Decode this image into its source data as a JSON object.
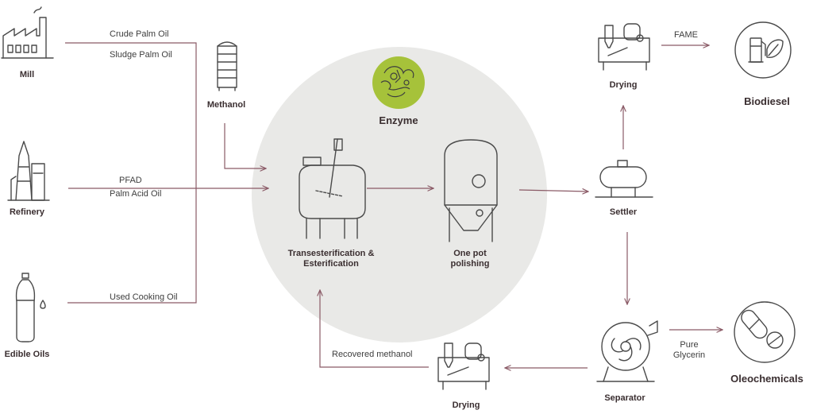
{
  "colors": {
    "line": "#8a5a66",
    "icon": "#4a4a4a",
    "circle_fill": "#e9e9e7",
    "enzyme_fill": "#a6c23a",
    "text": "#3e3e3e"
  },
  "sources": {
    "mill": "Mill",
    "refinery": "Refinery",
    "edible_oils": "Edible Oils"
  },
  "feedstocks": {
    "crude_palm_oil": "Crude Palm Oil",
    "sludge_palm_oil": "Sludge Palm Oil",
    "pfad": "PFAD",
    "palm_acid_oil": "Palm Acid Oil",
    "used_cooking_oil": "Used Cooking Oil"
  },
  "process": {
    "methanol": "Methanol",
    "enzyme": "Enzyme",
    "reactor_line1": "Transesterification &",
    "reactor_line2": "Esterification",
    "polishing_line1": "One pot",
    "polishing_line2": "polishing",
    "settler": "Settler",
    "drying_top": "Drying",
    "drying_bottom": "Drying",
    "separator": "Separator",
    "recovered_methanol": "Recovered methanol"
  },
  "outputs": {
    "fame": "FAME",
    "biodiesel": "Biodiesel",
    "pure_line1": "Pure",
    "pure_line2": "Glycerin",
    "oleochemicals": "Oleochemicals"
  }
}
